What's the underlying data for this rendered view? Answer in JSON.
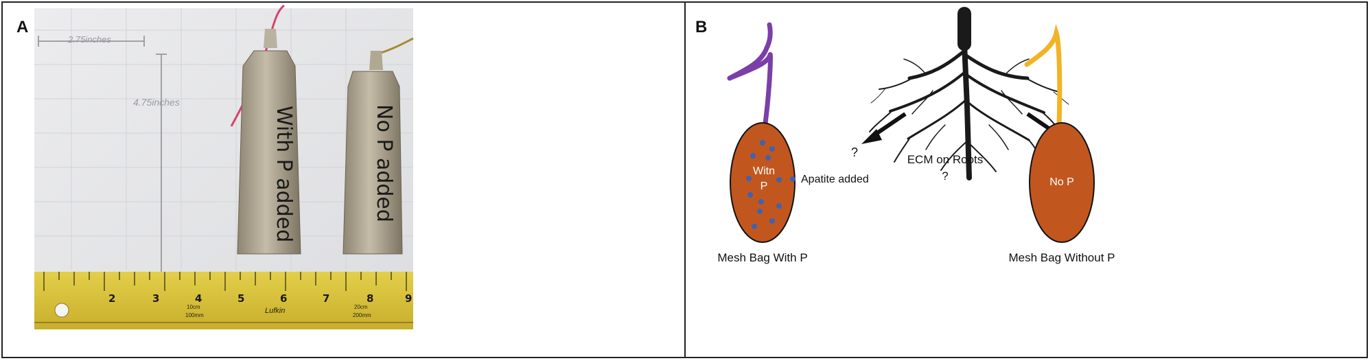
{
  "panels": {
    "a": {
      "label": "A"
    },
    "b": {
      "label": "B"
    }
  },
  "photo": {
    "width_measure": "2.75inches",
    "height_measure": "4.75inches",
    "bag_left_text": "With P added",
    "bag_right_text": "No P added",
    "ruler_brand": "Lufkin",
    "ruler_numbers": [
      "2",
      "3",
      "4",
      "5",
      "6",
      "7",
      "8",
      "9"
    ],
    "ruler_mm_labels": [
      "10cm",
      "100mm",
      "20cm",
      "200mm"
    ]
  },
  "diagram": {
    "root_label": "ECM on Roots",
    "root_question": "?",
    "left_question": "?",
    "right_question": "?",
    "bag_with_text_line1": "Witn",
    "bag_with_text_line2": "P",
    "bag_without_text": "No P",
    "legend_label": "Apatite added",
    "caption_with": "Mesh Bag With P",
    "caption_without": "Mesh Bag Without P",
    "colors": {
      "bag_fill": "#c1571f",
      "with_string": "#7b3fa8",
      "without_string": "#f2b324",
      "apatite_dot": "#3f62b3",
      "root": "#1a1a1a"
    }
  }
}
